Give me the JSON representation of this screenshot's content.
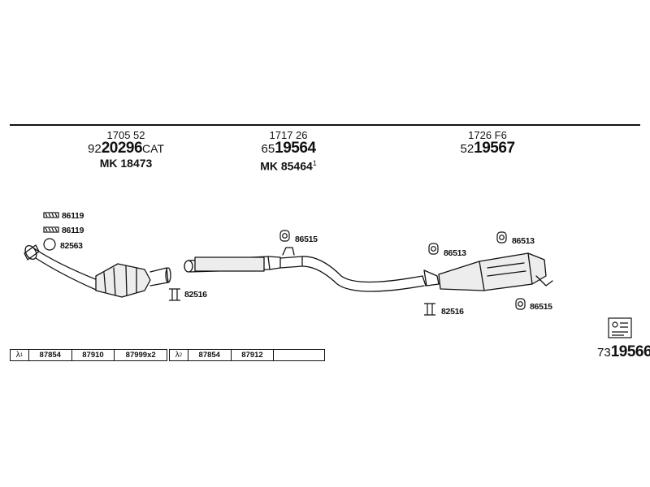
{
  "sections": [
    {
      "ref": "1705 52",
      "prefix": "92",
      "part": "20296",
      "suffix": "CAT",
      "kit": "MK 18473",
      "kit_note": ""
    },
    {
      "ref": "1717 26",
      "prefix": "65",
      "part": "19564",
      "suffix": "",
      "kit": "MK 85464",
      "kit_note": "1"
    },
    {
      "ref": "1726 F6",
      "prefix": "52",
      "part": "19567",
      "suffix": "",
      "kit": "",
      "kit_note": ""
    }
  ],
  "labels": {
    "clamp_a": "86119",
    "clamp_b": "86119",
    "gasket": "82563",
    "bolt_front": "82516",
    "hanger_center": "86515",
    "hanger_rear_left": "86513",
    "hanger_rear_top": "86513",
    "bolt_rear": "82516",
    "hanger_rear_bottom": "86515"
  },
  "sensor_table_1": {
    "lambda": "λ",
    "lambda_sup": "1",
    "cells": [
      "87854",
      "87910",
      "87999x2"
    ]
  },
  "sensor_table_2": {
    "lambda": "λ",
    "lambda_sup": "2",
    "cells": [
      "87854",
      "87912",
      ""
    ]
  },
  "full_system": {
    "prefix": "73",
    "part": "19566"
  },
  "icons": [
    "clamp-icon",
    "gasket-ring-icon",
    "bolt-icon",
    "hanger-icon",
    "fitting-kit-icon"
  ]
}
